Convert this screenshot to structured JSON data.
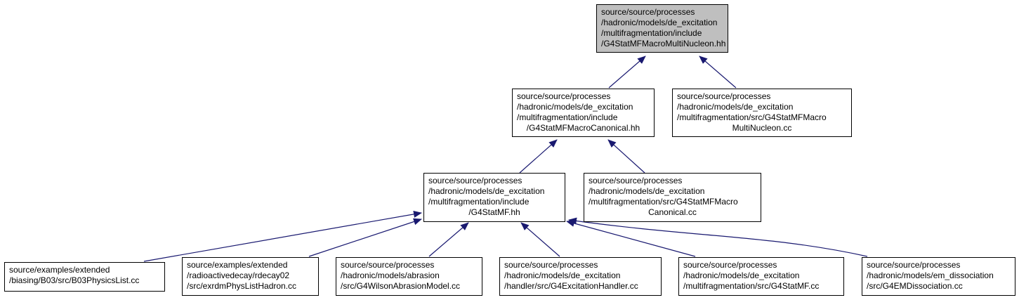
{
  "colors": {
    "edge": "#191970",
    "root_fill": "#bfbfbf",
    "node_fill": "#ffffff",
    "border": "#000000"
  },
  "nodes": {
    "root": {
      "lines": [
        "source/source/processes",
        "/hadronic/models/de_excitation",
        "/multifragmentation/include",
        "/G4StatMFMacroMultiNucleon.hh"
      ]
    },
    "canonical_hh": {
      "lines": [
        "source/source/processes",
        "/hadronic/models/de_excitation",
        "/multifragmentation/include",
        "/G4StatMFMacroCanonical.hh"
      ]
    },
    "multinucleon_cc": {
      "lines": [
        "source/source/processes",
        "/hadronic/models/de_excitation",
        "/multifragmentation/src/G4StatMFMacro",
        "MultiNucleon.cc"
      ]
    },
    "statmf_hh": {
      "lines": [
        "source/source/processes",
        "/hadronic/models/de_excitation",
        "/multifragmentation/include",
        "/G4StatMF.hh"
      ]
    },
    "canonical_cc": {
      "lines": [
        "source/source/processes",
        "/hadronic/models/de_excitation",
        "/multifragmentation/src/G4StatMFMacro",
        "Canonical.cc"
      ]
    },
    "b03": {
      "lines": [
        "source/examples/extended",
        "/biasing/B03/src/B03PhysicsList.cc"
      ]
    },
    "rdecay": {
      "lines": [
        "source/examples/extended",
        "/radioactivedecay/rdecay02",
        "/src/exrdmPhysListHadron.cc"
      ]
    },
    "wilson": {
      "lines": [
        "source/source/processes",
        "/hadronic/models/abrasion",
        "/src/G4WilsonAbrasionModel.cc"
      ]
    },
    "excitation": {
      "lines": [
        "source/source/processes",
        "/hadronic/models/de_excitation",
        "/handler/src/G4ExcitationHandler.cc"
      ]
    },
    "statmf_cc": {
      "lines": [
        "source/source/processes",
        "/hadronic/models/de_excitation",
        "/multifragmentation/src/G4StatMF.cc"
      ]
    },
    "emdiss": {
      "lines": [
        "source/source/processes",
        "/hadronic/models/em_dissociation",
        "/src/G4EMDissociation.cc"
      ]
    }
  }
}
